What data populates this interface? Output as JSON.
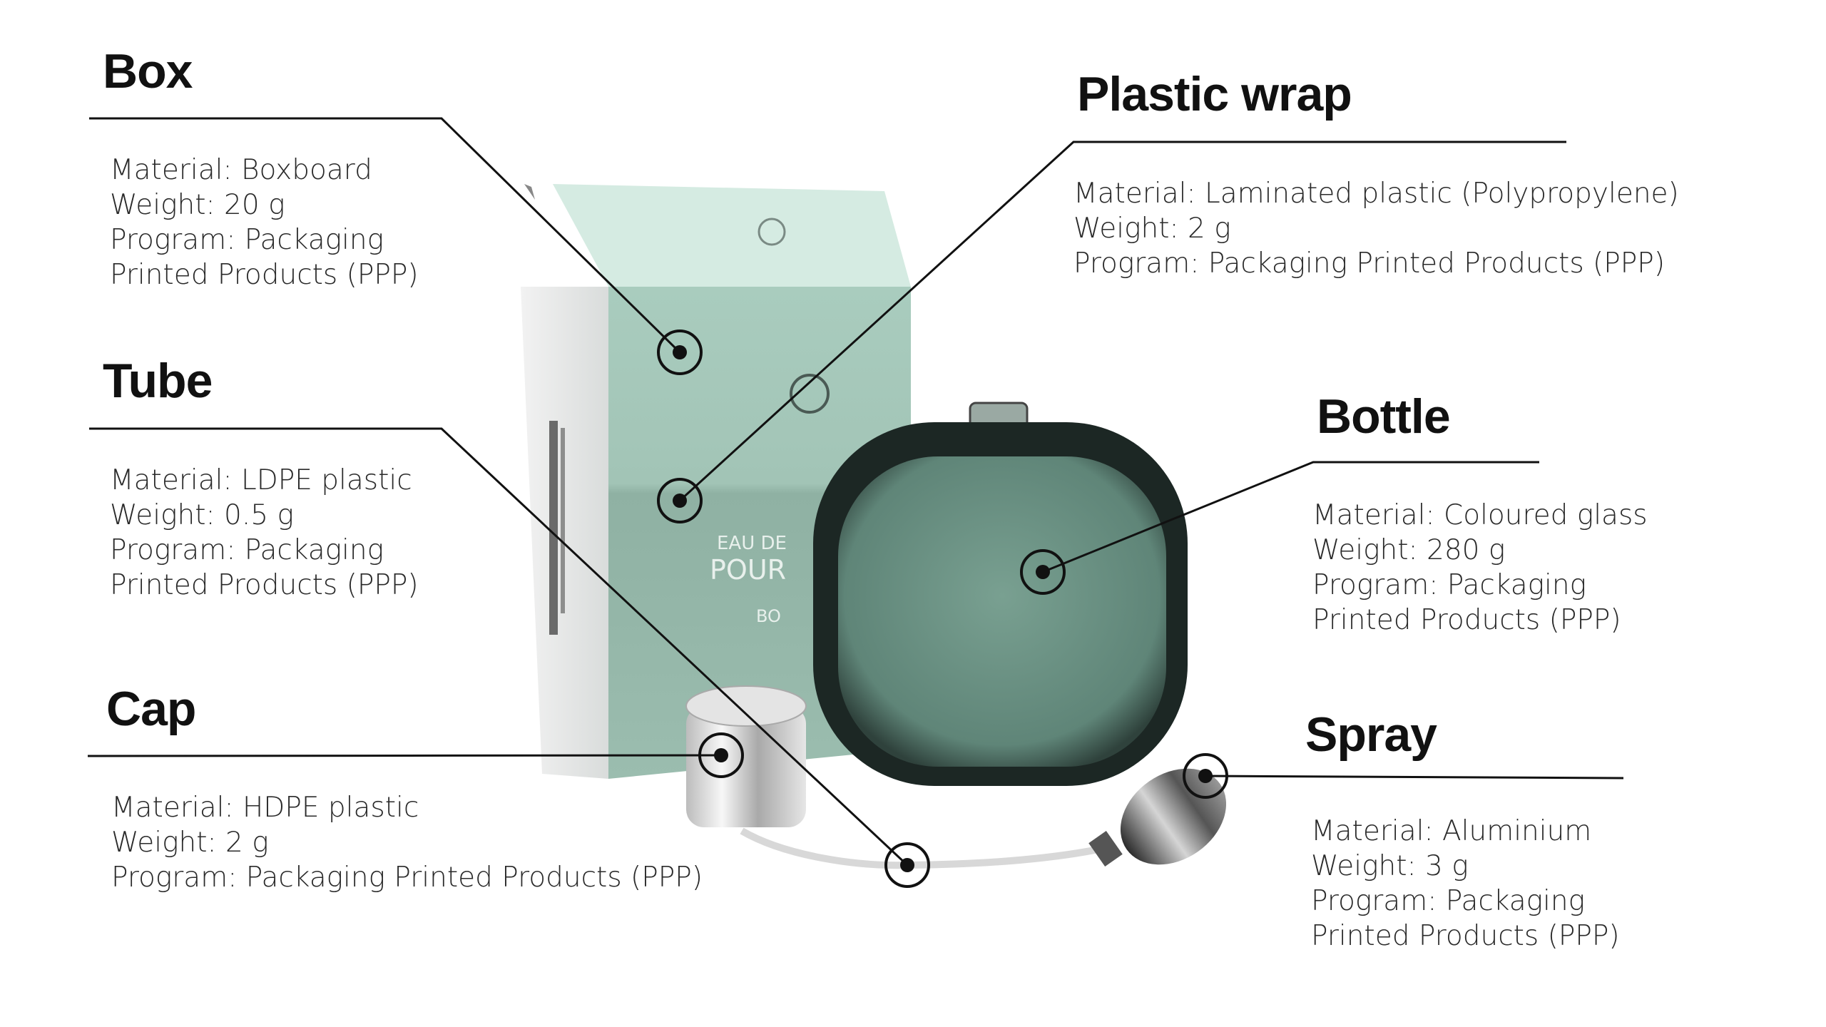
{
  "components": [
    {
      "id": "box",
      "title": "Box",
      "lines": [
        "Material: Boxboard",
        "Weight: 20 g",
        "Program: Packaging",
        "Printed Products (PPP)"
      ]
    },
    {
      "id": "plastic-wrap",
      "title": "Plastic wrap",
      "lines": [
        "Material: Laminated plastic (Polypropylene)",
        "Weight: 2 g",
        "Program: Packaging Printed Products (PPP)"
      ]
    },
    {
      "id": "tube",
      "title": "Tube",
      "lines": [
        "Material: LDPE plastic",
        "Weight: 0.5 g",
        "Program: Packaging",
        "Printed Products (PPP)"
      ]
    },
    {
      "id": "bottle",
      "title": "Bottle",
      "lines": [
        "Material: Coloured glass",
        "Weight: 280 g",
        "Program: Packaging",
        "Printed Products (PPP)"
      ]
    },
    {
      "id": "cap",
      "title": "Cap",
      "lines": [
        "Material: HDPE plastic",
        "Weight: 2 g",
        "Program: Packaging Printed Products (PPP)"
      ]
    },
    {
      "id": "spray",
      "title": "Spray",
      "lines": [
        "Material: Aluminium",
        "Weight: 3 g",
        "Program: Packaging",
        "Printed Products (PPP)"
      ]
    }
  ],
  "product_label": {
    "line1": "EAU DE",
    "line2": "POUR",
    "line3": "BO"
  },
  "colors": {
    "box_green": "#a8cbbd",
    "box_flap": "#d5ebe2",
    "glass_dark": "#1c2724",
    "glass_fill": "#6f978a",
    "line": "#111111"
  }
}
